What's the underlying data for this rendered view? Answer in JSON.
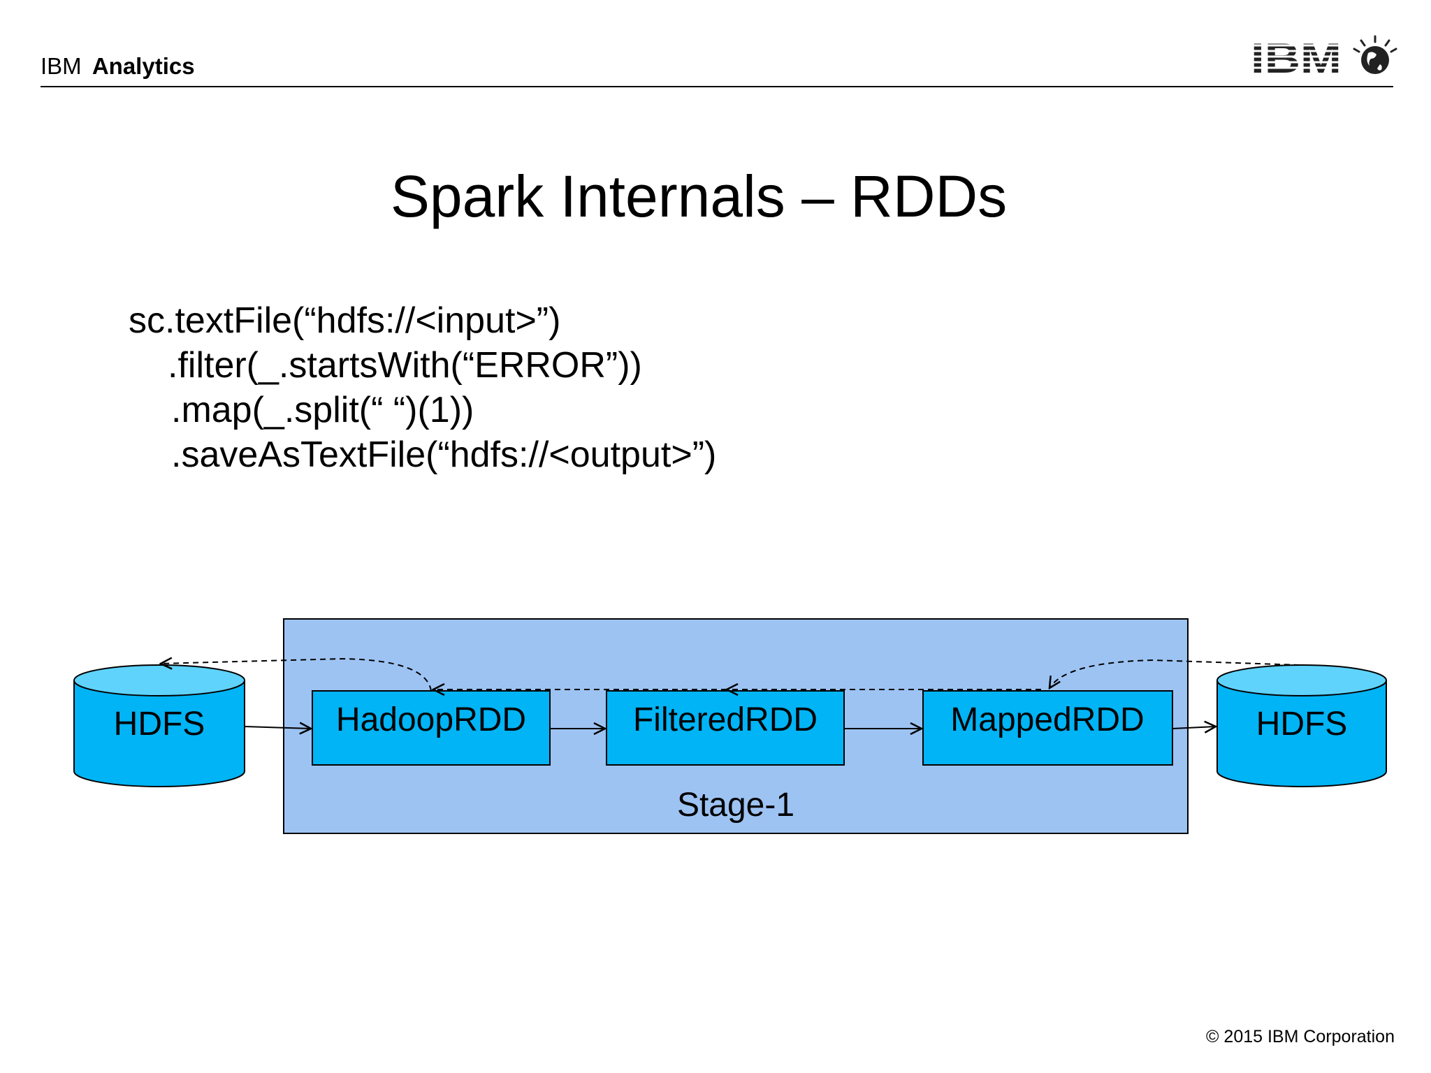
{
  "header": {
    "brand_prefix": "IBM",
    "brand_suffix": "Analytics",
    "logo_text": "IBM"
  },
  "title": "Spark Internals – RDDs",
  "code_lines": [
    "sc.textFile(“hdfs://<input>”)",
    ".filter(_.startsWith(“ERROR”))",
    ".map(_.split(“ “)(1))",
    ".saveAsTextFile(“hdfs://<output>”)"
  ],
  "diagram": {
    "stage_label": "Stage-1",
    "source_store": "HDFS",
    "sink_store": "HDFS",
    "rdds": [
      "HadoopRDD",
      "FilteredRDD",
      "MappedRDD"
    ]
  },
  "colors": {
    "stage_fill": "#9dc3f3",
    "rdd_fill": "#00b4f5",
    "cylinder_fill": "#00b4f5",
    "cylinder_top": "#5fd3fb"
  },
  "footer": {
    "copyright": "© 2015 IBM Corporation"
  }
}
